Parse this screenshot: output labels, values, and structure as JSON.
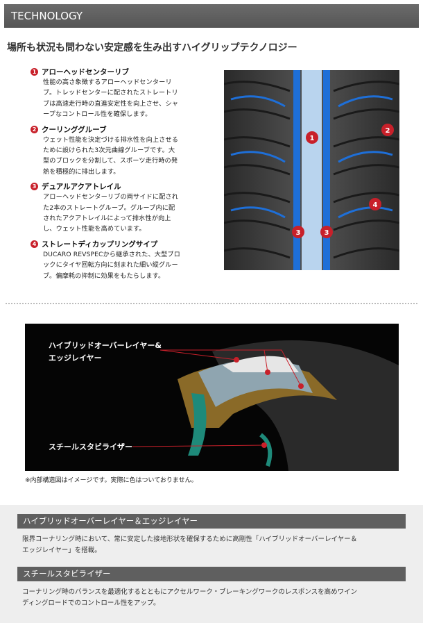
{
  "header": {
    "title": "TECHNOLOGY"
  },
  "headline": "場所も状況も問わない安定感を生み出すハイグリップテクノロジー",
  "features": [
    {
      "num": "1",
      "title": "アローヘッドセンターリブ",
      "lines": [
        "性能の高さ象徴するアローヘッドセンターリ",
        "ブ。トレッドセンターに配されたストレートリ",
        "ブは高速走行時の直進安定性を向上させ、シャ",
        "ープなコントロール性を確保します。"
      ]
    },
    {
      "num": "2",
      "title": "クーリンググルーブ",
      "lines": [
        "ウェット性能を決定づける排水性を向上させる",
        "ために設けられた3次元曲線グルーブです。大",
        "型のブロックを分割して、スポーツ走行時の発",
        "熱を積極的に排出します。"
      ]
    },
    {
      "num": "3",
      "title": "デュアルアクアトレイル",
      "lines": [
        "アローヘッドセンターリブの両サイドに配され",
        "た2本のストレートグルーブ。グルーブ内に配",
        "されたアクアトレイルによって排水性が向上",
        "し、ウェット性能を高めています。"
      ]
    },
    {
      "num": "4",
      "title": "ストレートディカップリングサイプ",
      "lines": [
        "DUCARO REVSPECから継承された、大型ブロ",
        "ックにタイヤ回転方向に刻まれた細い縦グルー",
        "ブ。偏摩耗の抑制に効果をもたらします。"
      ]
    }
  ],
  "tread_markers": [
    "1",
    "2",
    "4",
    "3",
    "3"
  ],
  "cross_section": {
    "label_hybrid_line1": "ハイブリッドオーバーレイヤー&",
    "label_hybrid_line2": "エッジレイヤー",
    "label_steel": "スチールスタビライザー",
    "note": "※内部構造図はイメージです。実際に色はついておりません。"
  },
  "sections": [
    {
      "title": "ハイブリッドオーバーレイヤー＆エッジレイヤー",
      "lines": [
        "限界コーナリング時において、常に安定した接地形状を確保するために高剛性「ハイブリッドオーバーレイヤー＆",
        "エッジレイヤー」を搭載。"
      ]
    },
    {
      "title": "スチールスタビライザー",
      "lines": [
        "コーナリング時のバランスを最適化するとともにアクセルワーク・ブレーキングワークのレスポンスを高めワイン",
        "ディングロードでのコントロール性をアップ。"
      ]
    }
  ],
  "colors": {
    "accent_red": "#c8202a",
    "header_gray": "#5f5f5f",
    "groove_blue": "#1e6fd8"
  }
}
